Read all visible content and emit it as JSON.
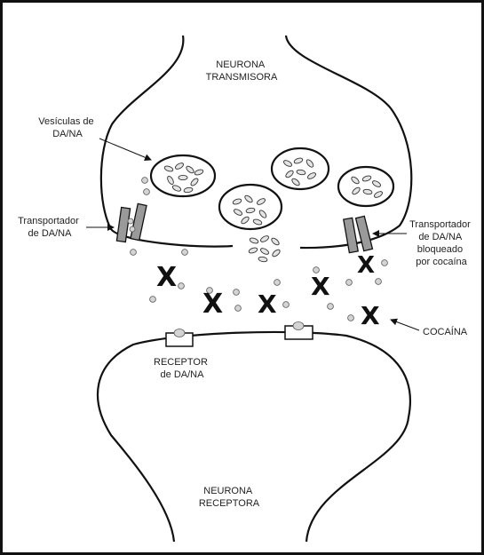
{
  "labels": {
    "transmitter": [
      "NEURONA",
      "TRANSMISORA"
    ],
    "vesicles": [
      "Vesículas de",
      "DA/NA"
    ],
    "transporter_left": [
      "Transportador",
      "de DA/NA"
    ],
    "transporter_right": [
      "Transportador",
      "de DA/NA",
      "bloqueado",
      "por cocaína"
    ],
    "cocaine": "COCAÍNA",
    "receptor": [
      "RECEPTOR",
      "de DA/NA"
    ],
    "receiver": [
      "NEURONA",
      "RECEPTORA"
    ]
  },
  "colors": {
    "line": "#111111",
    "transporter": "#9a9a9a",
    "molecule": "#d4d4d4"
  },
  "counts": {
    "vesicles": 4,
    "cocaine_molecules": 6,
    "receptors": 2,
    "transporters": 2
  }
}
